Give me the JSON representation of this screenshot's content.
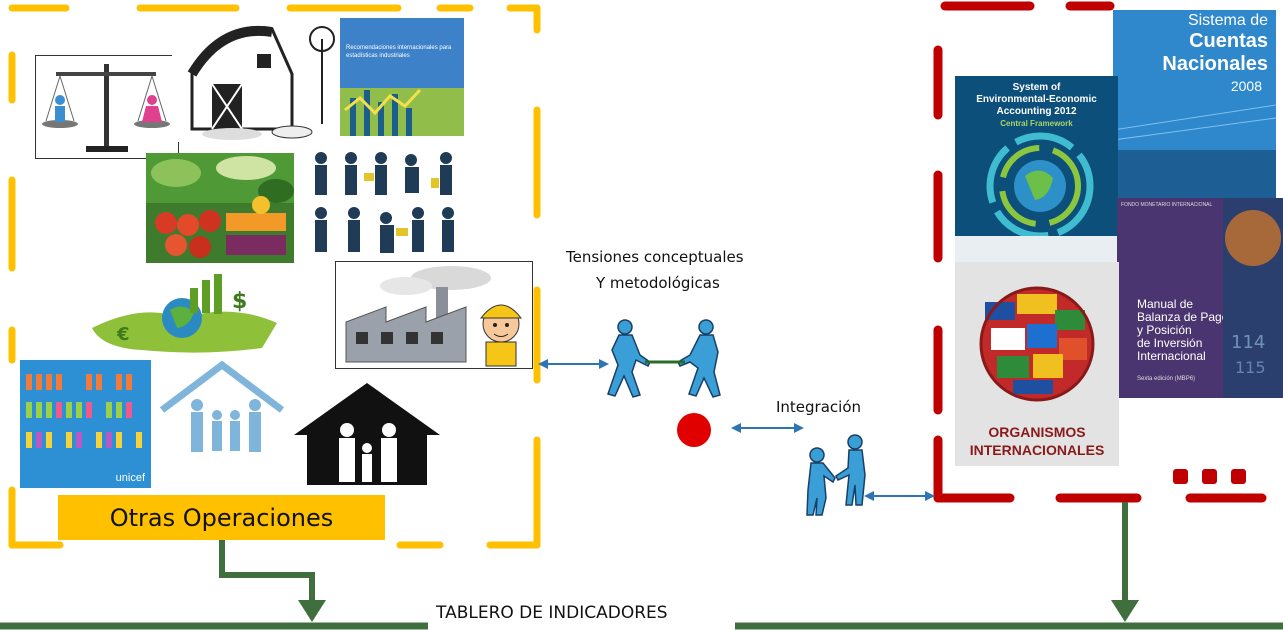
{
  "diagram": {
    "left_group": {
      "operations_label": "Otras Operaciones",
      "tiles": {
        "scales": "scales-illustration",
        "barn": "barn-illustration",
        "industry_book": {
          "title": "Recomendaciones internacionales para estadísticas industriales"
        },
        "vegetables": "vegetables-photo",
        "workers": "workers-silhouettes",
        "green_economy": "green-economy-illustration",
        "factory": "factory-worker-cartoon",
        "unicef": {
          "brand": "unicef"
        },
        "family_house": "family-house-illustration",
        "family_home_black": "family-home-icon"
      }
    },
    "middle": {
      "tension_label_line1": "Tensiones conceptuales",
      "tension_label_line2": "Y metodológicas",
      "integration_label": "Integración"
    },
    "right_group": {
      "books": {
        "seea": {
          "line1": "System of",
          "line2": "Environmental-Economic",
          "line3": "Accounting 2012",
          "line4": "Central Framework"
        },
        "scn": {
          "line1": "Sistema de",
          "line2": "Cuentas",
          "line3": "Nacionales",
          "line4": "2008"
        },
        "bop": {
          "publisher": "FONDO MONETARIO INTERNACIONAL",
          "line1": "Manual de",
          "line2": "Balanza de Pagos",
          "line3": "y Posición",
          "line4": "de Inversión",
          "line5": "Internacional",
          "edition": "Sexta edición (MBP6)"
        },
        "org": {
          "line1": "ORGANISMOS",
          "line2": "INTERNACIONALES"
        }
      }
    },
    "bottom_label": "TABLERO DE INDICADORES",
    "colors": {
      "left_frame": "#ffc000",
      "right_frame": "#c00000",
      "arrow_green": "#3f6f3c",
      "link_blue": "#2e75b6",
      "red_dot": "#e00000"
    }
  }
}
